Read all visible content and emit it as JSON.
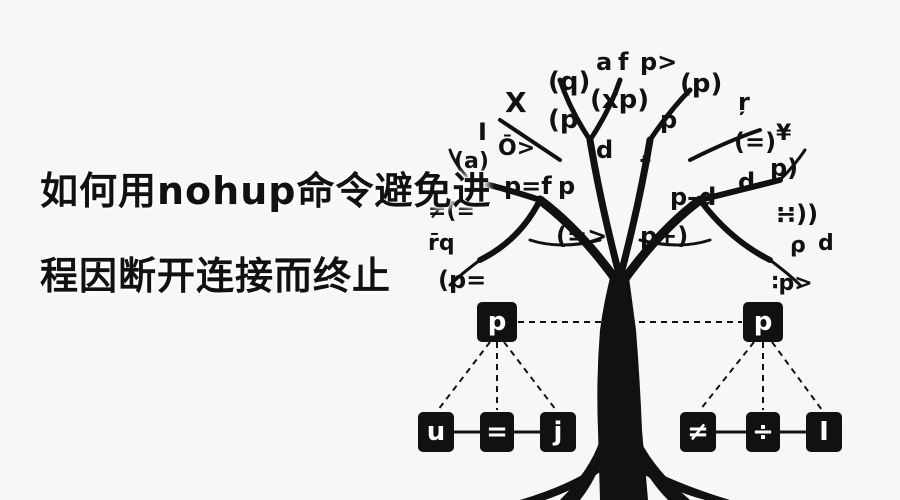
{
  "title": {
    "line1": "如何用nohup命令避免进",
    "line2": "程因断开连接而终止"
  },
  "tree": {
    "floating_glyphs": [
      "(q)",
      "a",
      "f",
      "p>",
      "(p)",
      "X",
      "(xp)",
      "p",
      "I",
      "(p",
      "ŗ",
      "Ō>",
      "d",
      "f",
      "p",
      "(=)",
      "¥",
      "(a)",
      "p=f",
      "p–d",
      "d",
      "p)",
      "≠(=",
      "∺))",
      "(=>",
      "p+)",
      "ρ",
      "d",
      "r̄q",
      "(p=",
      "∶p>"
    ],
    "nodes": {
      "left_parent": "p",
      "right_parent": "p",
      "left_children": [
        "u",
        "=",
        "j"
      ],
      "right_children": [
        "≠",
        "÷",
        "I"
      ]
    }
  }
}
